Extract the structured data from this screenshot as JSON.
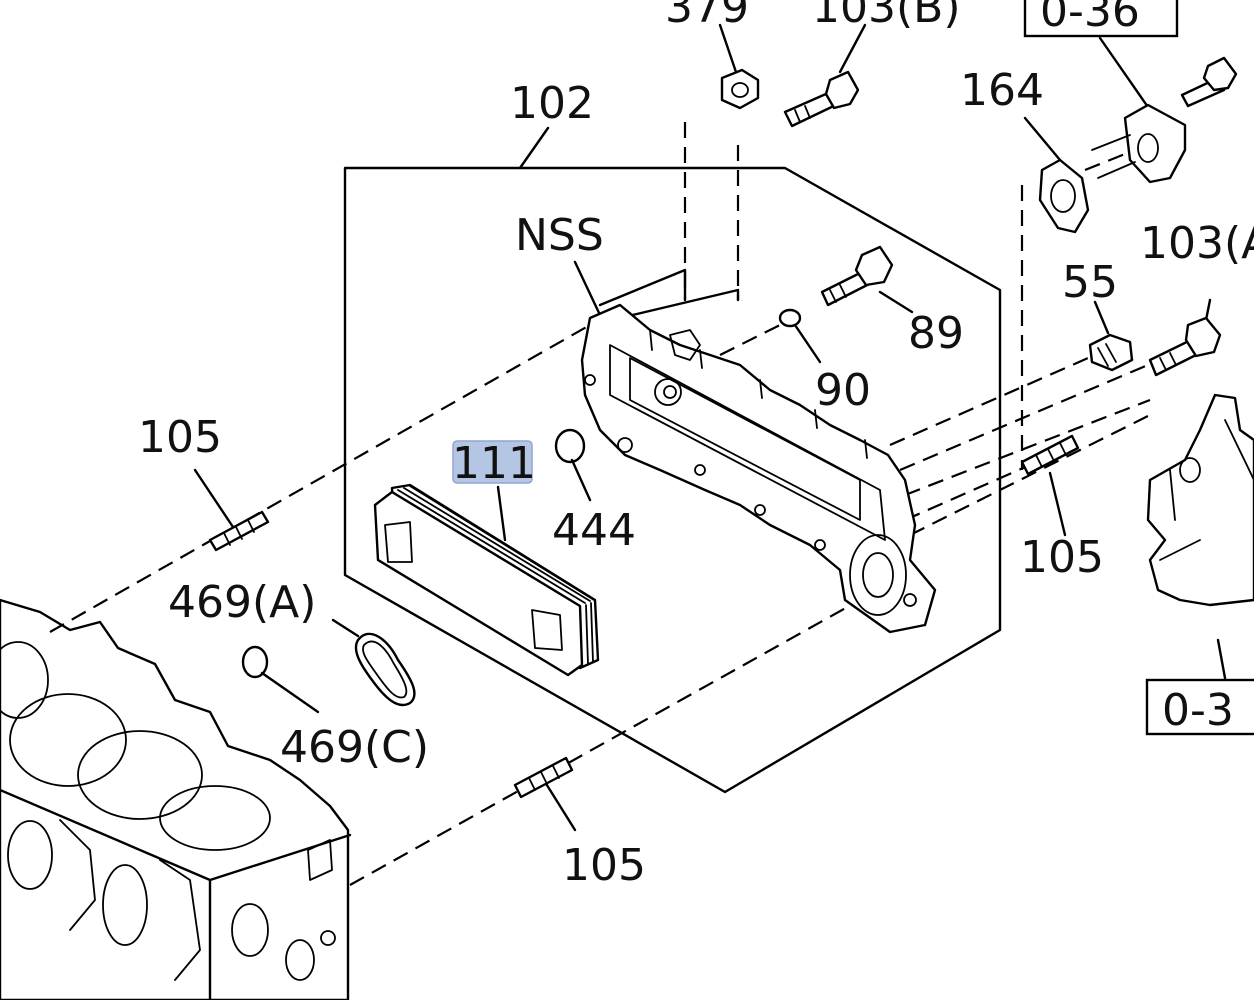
{
  "colors": {
    "line": "#000000",
    "background": "#ffffff",
    "highlight": "#a9bbe0"
  },
  "labels": {
    "p379": "379",
    "p103b": "103(B)",
    "ref036_top": "0-36",
    "p102": "102",
    "p164": "164",
    "nss": "NSS",
    "p103a": "103(A",
    "p55": "55",
    "p89": "89",
    "p90": "90",
    "p105_left": "105",
    "p111": "111",
    "p444": "444",
    "p105_right": "105",
    "p469a": "469(A)",
    "p469c": "469(C)",
    "p105_bottom": "105",
    "ref03_right": "0-3"
  },
  "highlighted_label": "111"
}
